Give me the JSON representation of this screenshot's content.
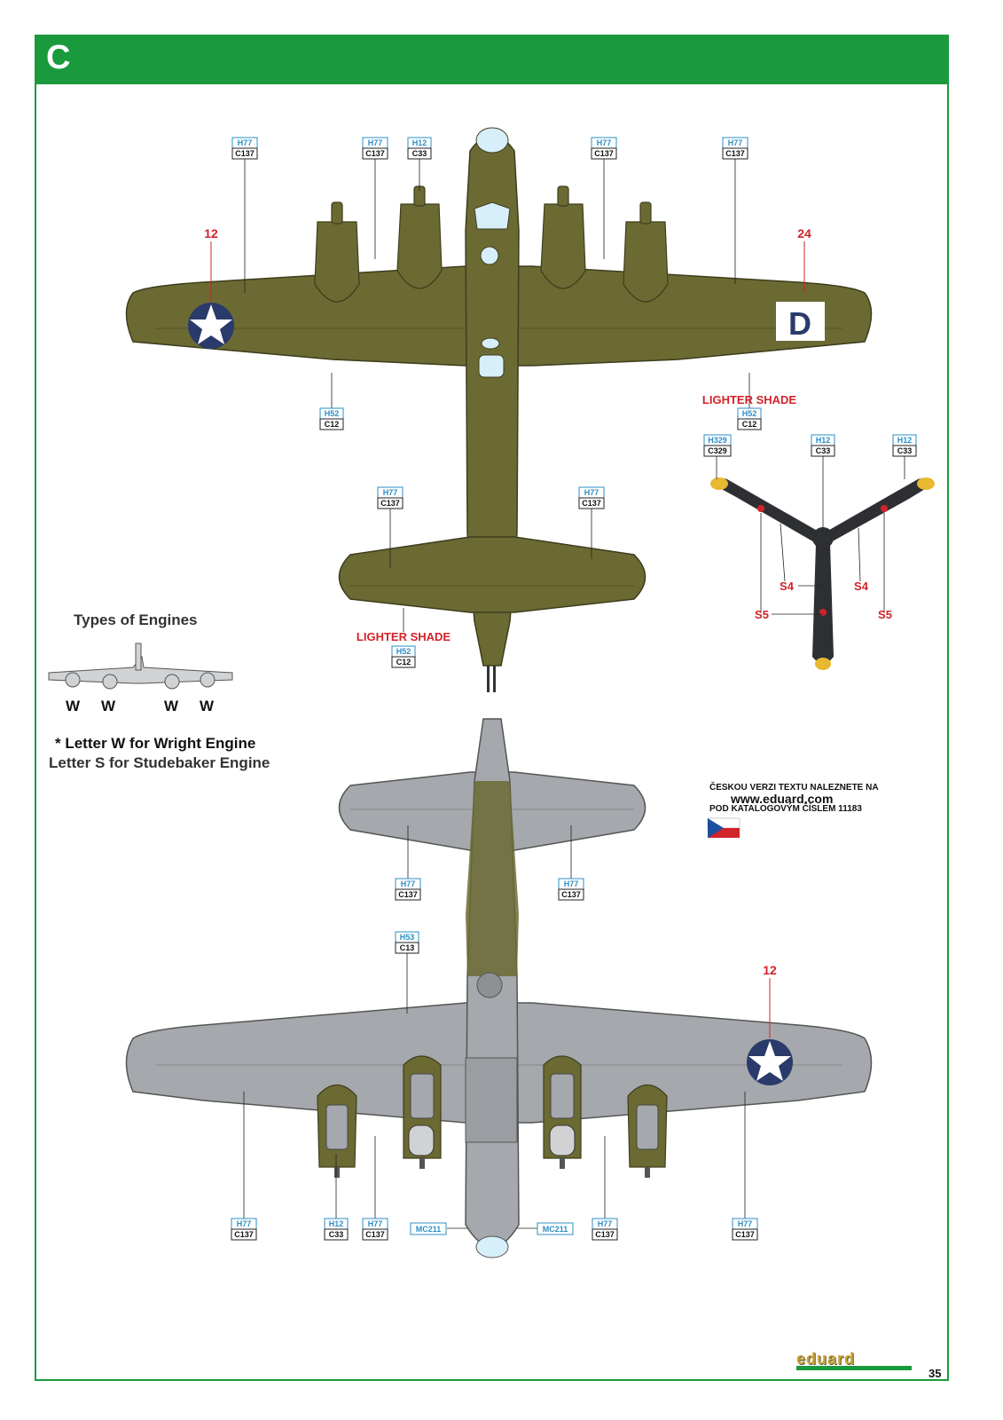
{
  "header": {
    "profile_letter": "C",
    "color": "#1a9a3c"
  },
  "colors": {
    "olive_drab": "#6b6a33",
    "neutral_gray": "#a5a8ac",
    "callout_blue": "#2d8fc4",
    "red_label": "#d1232a",
    "insignia_blue": "#2a3a6b",
    "prop_black": "#2e2f33",
    "prop_tip_yellow": "#e7b830"
  },
  "top_view": {
    "callouts": [
      {
        "h": "H77",
        "c": "C137"
      },
      {
        "h": "H77",
        "c": "C137"
      },
      {
        "h": "H12",
        "c": "C33"
      },
      {
        "h": "H77",
        "c": "C137"
      },
      {
        "h": "H77",
        "c": "C137"
      },
      {
        "h": "H52",
        "c": "C12"
      },
      {
        "h": "H52",
        "c": "C12"
      },
      {
        "h": "H77",
        "c": "C137"
      },
      {
        "h": "H77",
        "c": "C137"
      },
      {
        "h": "H52",
        "c": "C12"
      }
    ],
    "stencils": [
      "12",
      "24"
    ],
    "fin_letter": "D",
    "lighter_shade": "LIGHTER SHADE"
  },
  "propeller": {
    "callouts": [
      {
        "h": "H329",
        "c": "C329"
      },
      {
        "h": "H12",
        "c": "C33"
      },
      {
        "h": "H12",
        "c": "C33"
      }
    ],
    "stencils": [
      "S4",
      "S4",
      "S5",
      "S5"
    ]
  },
  "engines": {
    "title": "Types of Engines",
    "letters": [
      "W",
      "W",
      "W",
      "W"
    ],
    "note_line1": "* Letter W for Wright Engine",
    "note_line2": "Letter S for Studebaker Engine"
  },
  "czech_note": {
    "line1": "ČESKOU VERZI TEXTU NALEZNETE NA",
    "url": "www.eduard.com",
    "line2": "POD KATALOGOVÝM ČÍSLEM 11183"
  },
  "bottom_view": {
    "callouts": [
      {
        "h": "H77",
        "c": "C137"
      },
      {
        "h": "H77",
        "c": "C137"
      },
      {
        "h": "H53",
        "c": "C13"
      },
      {
        "h": "H77",
        "c": "C137"
      },
      {
        "h": "H12",
        "c": "C33"
      },
      {
        "h": "H77",
        "c": "C137"
      },
      {
        "h": "H77",
        "c": "C137"
      },
      {
        "h": "H77",
        "c": "C137"
      }
    ],
    "mc_labels": [
      "MC211",
      "MC211"
    ],
    "stencils": [
      "12"
    ]
  },
  "footer": {
    "brand": "eduard",
    "page_number": "35"
  }
}
